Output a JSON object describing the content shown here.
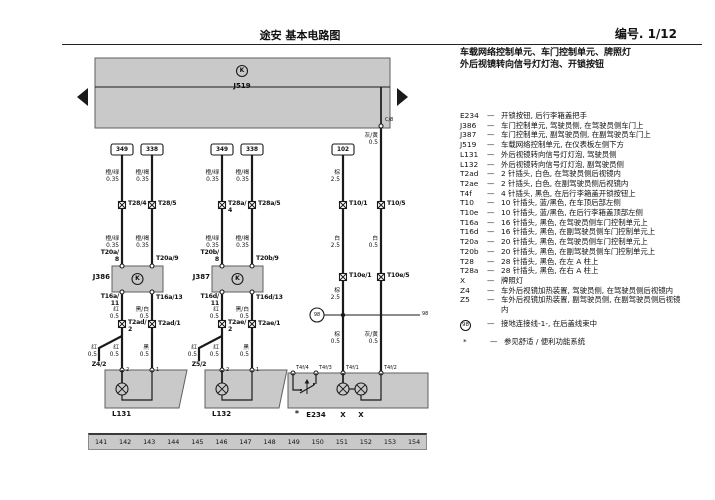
{
  "header": {
    "title": "途安 基本电路图",
    "page_no": "编号. 1/12"
  },
  "band": {
    "name": "J519",
    "glyph": "K"
  },
  "refs": [
    "349",
    "338",
    "349",
    "338",
    "102"
  ],
  "g1": {
    "bus_a": "橙/绿\n0.35",
    "bus_b": "橙/褐\n0.35",
    "conn_a": "T28/4",
    "conn_b": "T28/5",
    "bus_a2": "橙/绿\n0.35",
    "bus_b2": "橙/褐\n0.35",
    "pin_ta": "T20a/\n8",
    "pin_tb": "T20a/9",
    "unit": "J386",
    "glyph": "K",
    "pin_ba": "T16a/\n11",
    "pin_bb": "T16a/13",
    "w_a": "红\n0.5",
    "w_b": "黑/白\n0.5",
    "mc_a": "T2ad/\n2",
    "mc_b": "T2ad/1",
    "br": "红\n0.5",
    "d_a": "红\n0.5",
    "d_b": "黑\n0.5",
    "z": "Z4/2",
    "p2": "2",
    "p1": "1",
    "lamp": "L131"
  },
  "g2": {
    "bus_a": "橙/绿\n0.35",
    "bus_b": "橙/褐\n0.35",
    "conn_a": "T28a/\n4",
    "conn_b": "T28a/5",
    "bus_a2": "橙/绿\n0.35",
    "bus_b2": "橙/褐\n0.35",
    "pin_ta": "T20b/\n8",
    "pin_tb": "T20b/9",
    "unit": "J387",
    "glyph": "K",
    "pin_ba": "T16d/\n11",
    "pin_bb": "T16d/13",
    "w_a": "红\n0.5",
    "w_b": "黑/白\n0.5",
    "mc_a": "T2ae/\n2",
    "mc_b": "T2ae/1",
    "br": "红\n0.5",
    "d_a": "红\n0.5",
    "d_b": "黑\n0.5",
    "z": "Z5/2",
    "p2": "2",
    "p1": "1",
    "lamp": "L132"
  },
  "g3": {
    "cterm": "C/8",
    "feed": "灰/黄\n0.5",
    "gnd1": "棕\n2.5",
    "c_a": "T10/1",
    "c_b": "T10/5",
    "mid_a": "白\n2.5",
    "mid_b": "白\n0.5",
    "c2_a": "T10e/1",
    "c2_b": "T10e/5",
    "low_a": "棕\n2.5",
    "gnd_sym": "98",
    "gnd_ref": "98",
    "drop_a": "棕\n0.5",
    "drop_b": "灰/黄\n0.5",
    "pin1": "T4f/4",
    "pin2": "T4f/3",
    "pin3": "T4f/1",
    "pin4": "T4f/2",
    "star": "*",
    "btn": "E234",
    "x1": "X",
    "x2": "X"
  },
  "strip": [
    "141",
    "142",
    "143",
    "144",
    "145",
    "146",
    "147",
    "148",
    "149",
    "150",
    "151",
    "152",
    "153",
    "154"
  ],
  "legend": {
    "dash": "—",
    "title_line1": "车载网络控制单元、车门控制单元、牌照灯",
    "title_line2": "外后视镜转向信号灯灯泡、开锁按钮",
    "items": [
      {
        "code": "E234",
        "desc": "开锁按钮, 后行李箱盖把手"
      },
      {
        "code": "J386",
        "desc": "车门控制单元, 驾驶员侧, 在驾驶员侧车门上"
      },
      {
        "code": "J387",
        "desc": "车门控制单元, 副驾驶员侧, 在副驾驶员车门上"
      },
      {
        "code": "J519",
        "desc": "车载网络控制单元, 在仪表板左侧下方"
      },
      {
        "code": "L131",
        "desc": "外后视镜转向信号灯灯泡, 驾驶员侧"
      },
      {
        "code": "L132",
        "desc": "外后视镜转向信号灯灯泡, 副驾驶员侧"
      },
      {
        "code": "T2ad",
        "desc": "2 针插头, 白色, 在驾驶员侧后视镜内"
      },
      {
        "code": "T2ae",
        "desc": "2 针插头, 白色, 在副驾驶员侧后视镜内"
      },
      {
        "code": "T4f",
        "desc": "4 针插头, 黑色, 在后行李箱盖开锁按钮上"
      },
      {
        "code": "T10",
        "desc": "10 针插头, 蓝/黑色, 在车顶后部左侧"
      },
      {
        "code": "T10e",
        "desc": "10 针插头, 蓝/黑色, 在后行李箱盖顶部左侧"
      },
      {
        "code": "T16a",
        "desc": "16 针插头, 黑色, 在驾驶员侧车门控制单元上"
      },
      {
        "code": "T16d",
        "desc": "16 针插头, 黑色, 在副驾驶员侧车门控制单元上"
      },
      {
        "code": "T20a",
        "desc": "20 针插头, 黑色, 在驾驶员侧车门控制单元上"
      },
      {
        "code": "T20b",
        "desc": "20 针插头, 黑色, 在副驾驶员侧车门控制单元上"
      },
      {
        "code": "T28",
        "desc": "28 针插头, 黑色, 在左 A 柱上"
      },
      {
        "code": "T28a",
        "desc": "28 针插头, 黑色, 在右 A 柱上"
      },
      {
        "code": "X",
        "desc": "牌照灯"
      },
      {
        "code": "Z4",
        "desc": "车外后视镜加热装置, 驾驶员侧, 在驾驶员侧后视镜内"
      },
      {
        "code": "Z5",
        "desc": "车外后视镜加热装置, 副驾驶员侧, 在副驾驶员侧后视镜内"
      }
    ],
    "ground_item": {
      "symbol": "98",
      "desc": "接地连接线-1-, 在后盖线束中"
    },
    "note_item": {
      "symbol": "*",
      "desc": "参见舒适 / 便利功能系统"
    }
  },
  "colors": {
    "component_fill": "#c9c9c9",
    "line": "#1a1a1a",
    "page_bg": "#ffffff"
  }
}
